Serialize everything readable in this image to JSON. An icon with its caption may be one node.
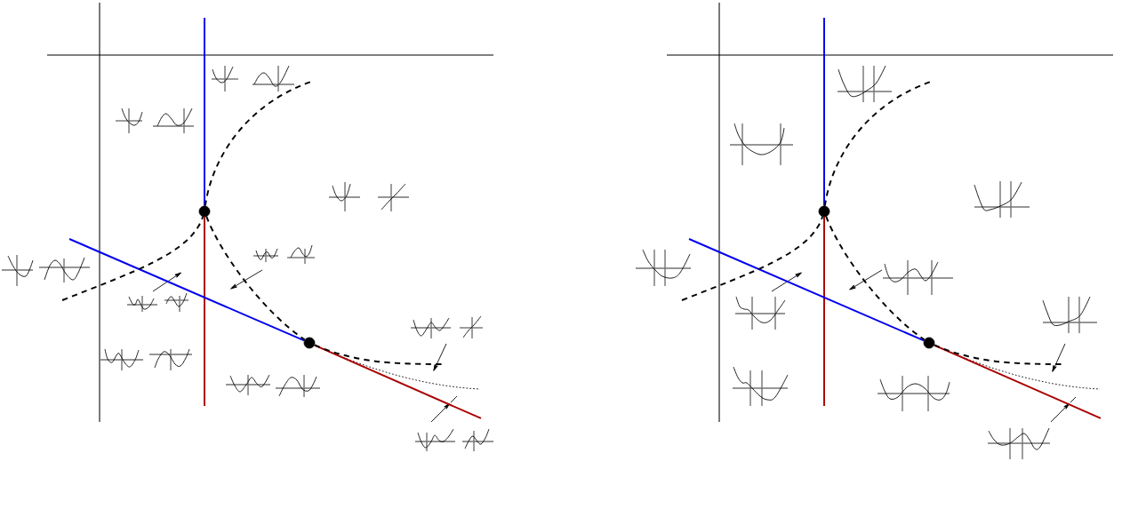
{
  "diagram": {
    "nodes": [
      {
        "text": [],
        "shape": "circle"
      },
      {
        "text": [],
        "shape": "circle"
      },
      {
        "text": [],
        "shape": "circle"
      },
      {
        "text": [],
        "shape": "circle"
      }
    ],
    "edges": [
      {
        "from": null,
        "to": 0,
        "arrow": "none",
        "color": "#0000ee"
      },
      {
        "from": 0,
        "to": null,
        "arrow": "none",
        "color": "#aa0000"
      },
      {
        "from": null,
        "to": 1,
        "arrow": "none",
        "color": "#0000ee"
      },
      {
        "from": 1,
        "to": null,
        "arrow": "none",
        "color": "#aa0000"
      },
      {
        "from": null,
        "to": 0,
        "arrow": "none",
        "style": "dashed"
      },
      {
        "from": 0,
        "to": null,
        "arrow": "none",
        "style": "dashed"
      },
      {
        "from": 0,
        "to": 1,
        "arrow": "none",
        "style": "dashed"
      },
      {
        "from": 1,
        "to": null,
        "arrow": "none",
        "style": "dashed"
      },
      {
        "from": null,
        "to": 2,
        "arrow": "none",
        "color": "#0000ee"
      },
      {
        "from": 2,
        "to": null,
        "arrow": "none",
        "color": "#aa0000"
      },
      {
        "from": null,
        "to": 3,
        "arrow": "none",
        "color": "#0000ee"
      },
      {
        "from": 3,
        "to": null,
        "arrow": "none",
        "color": "#aa0000"
      },
      {
        "from": null,
        "to": 2,
        "arrow": "none",
        "style": "dashed"
      },
      {
        "from": 2,
        "to": null,
        "arrow": "none",
        "style": "dashed"
      },
      {
        "from": 2,
        "to": 3,
        "arrow": "none",
        "style": "dashed"
      },
      {
        "from": 3,
        "to": null,
        "arrow": "none",
        "style": "dashed"
      }
    ]
  }
}
